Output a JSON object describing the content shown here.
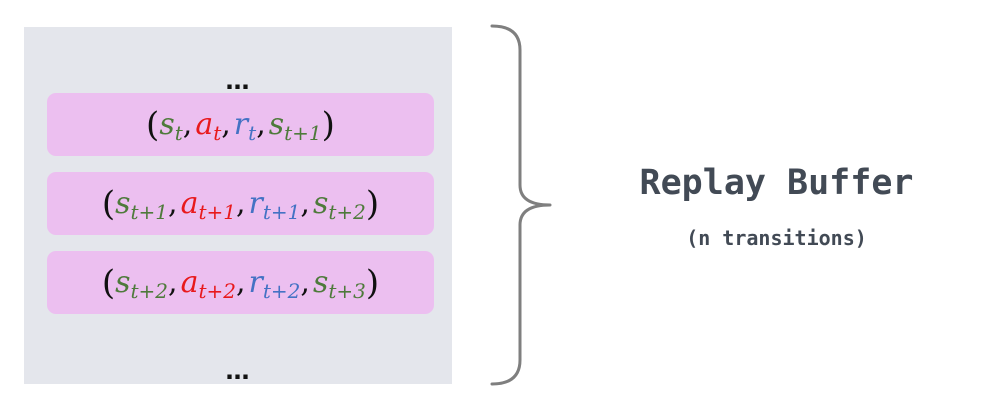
{
  "buffer": {
    "ellipsis_top": "…",
    "ellipsis_bottom": "…",
    "rows": [
      {
        "s": "s",
        "s_sub": "t",
        "a": "a",
        "a_sub": "t",
        "r": "r",
        "r_sub": "t",
        "sn": "s",
        "sn_sub": "t+1"
      },
      {
        "s": "s",
        "s_sub": "t+1",
        "a": "a",
        "a_sub": "t+1",
        "r": "r",
        "r_sub": "t+1",
        "sn": "s",
        "sn_sub": "t+2"
      },
      {
        "s": "s",
        "s_sub": "t+2",
        "a": "a",
        "a_sub": "t+2",
        "r": "r",
        "r_sub": "t+2",
        "sn": "s",
        "sn_sub": "t+3"
      }
    ],
    "open_paren": "(",
    "close_paren": ")",
    "comma": ","
  },
  "label": {
    "title": "Replay Buffer",
    "subtitle": "(n transitions)"
  },
  "colors": {
    "panel": "#e4e6ec",
    "row": "#ecbff0",
    "state": "#4e7a3b",
    "action": "#e8191c",
    "reward": "#4472c4",
    "label": "#424a55",
    "brace": "#7f7f7f"
  }
}
